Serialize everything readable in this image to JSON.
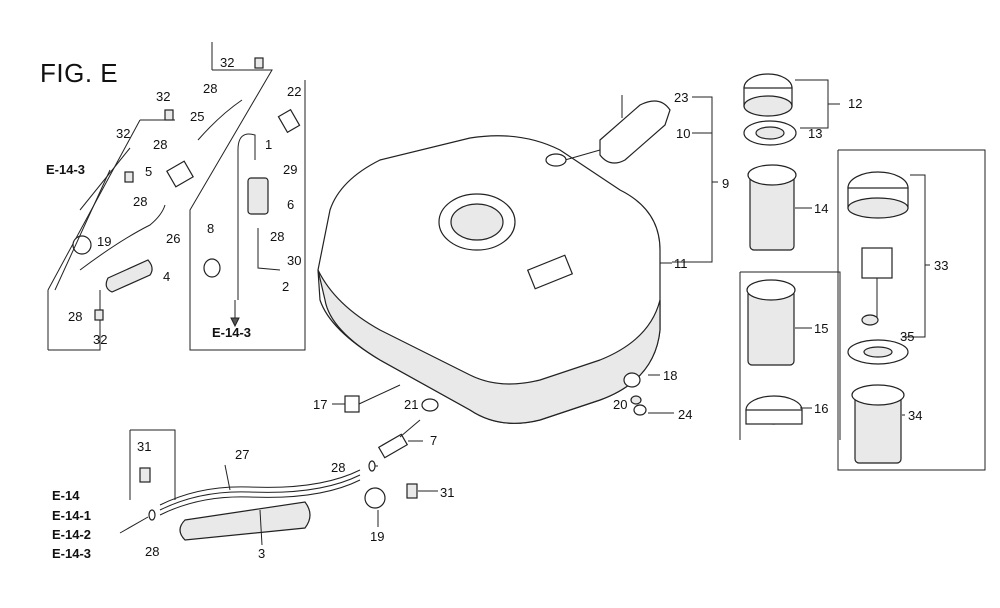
{
  "figure": {
    "title": "FIG. E"
  },
  "part_numbers": {
    "p1": "1",
    "p2": "2",
    "p3": "3",
    "p4": "4",
    "p5": "5",
    "p6": "6",
    "p7": "7",
    "p8": "8",
    "p9": "9",
    "p10": "10",
    "p11": "11",
    "p12": "12",
    "p13": "13",
    "p14": "14",
    "p15": "15",
    "p16": "16",
    "p17": "17",
    "p18": "18",
    "p19a": "19",
    "p19b": "19",
    "p20": "20",
    "p21": "21",
    "p22": "22",
    "p23": "23",
    "p24": "24",
    "p25": "25",
    "p26": "26",
    "p27": "27",
    "p28a": "28",
    "p28b": "28",
    "p28c": "28",
    "p28d": "28",
    "p28e": "28",
    "p28f": "28",
    "p28g": "28",
    "p29": "29",
    "p30": "30",
    "p31a": "31",
    "p31b": "31",
    "p32a": "32",
    "p32b": "32",
    "p32c": "32",
    "p32d": "32",
    "p33": "33",
    "p34": "34",
    "p35": "35"
  },
  "references": {
    "left_top": "E-14-3",
    "mid": "E-14-3",
    "bottom_list": [
      "E-14",
      "E-14-1",
      "E-14-2",
      "E-14-3"
    ]
  }
}
